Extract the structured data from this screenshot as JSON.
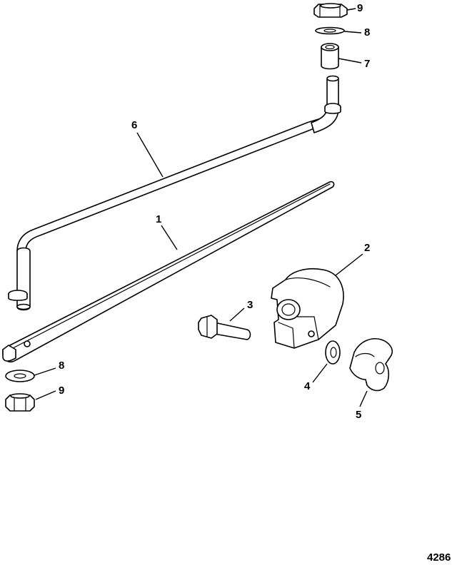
{
  "figure_number": "4286",
  "callouts": [
    {
      "id": "c1",
      "label": "1"
    },
    {
      "id": "c2",
      "label": "2"
    },
    {
      "id": "c3",
      "label": "3"
    },
    {
      "id": "c4",
      "label": "4"
    },
    {
      "id": "c5",
      "label": "5"
    },
    {
      "id": "c6",
      "label": "6"
    },
    {
      "id": "c7",
      "label": "7"
    },
    {
      "id": "c8a",
      "label": "8"
    },
    {
      "id": "c9a",
      "label": "9"
    },
    {
      "id": "c8b",
      "label": "8"
    },
    {
      "id": "c9b",
      "label": "9"
    }
  ]
}
